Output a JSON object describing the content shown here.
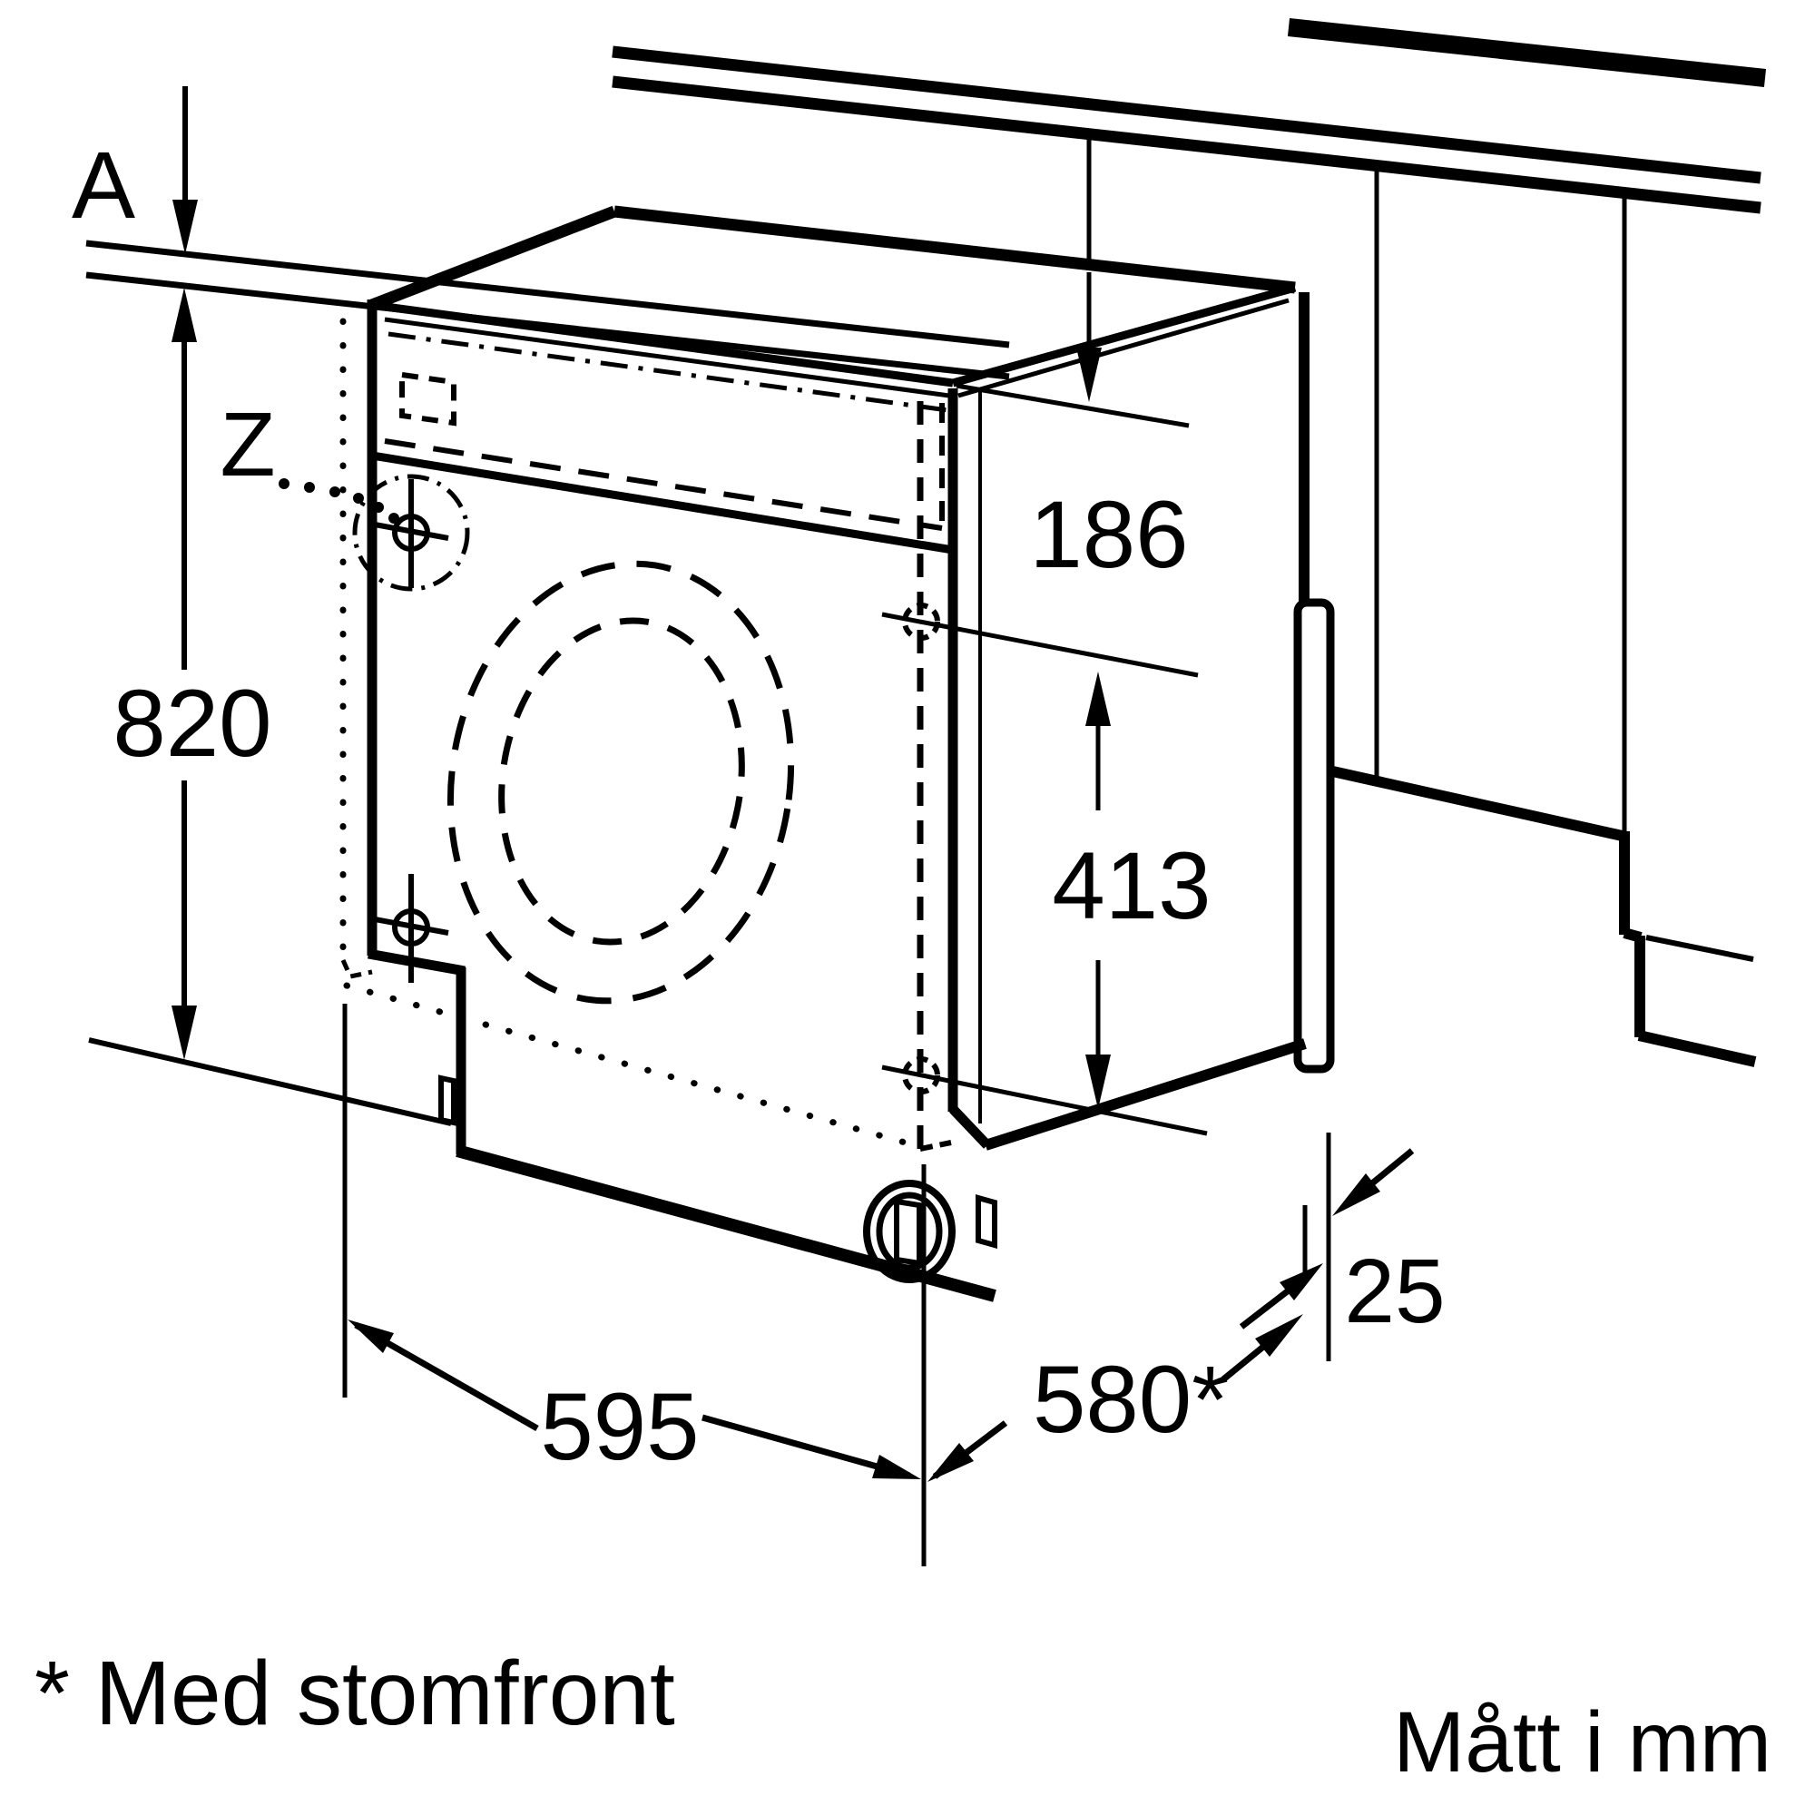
{
  "diagram": {
    "kind": "appliance installation dimension drawing",
    "subject": "built-in washing machine in kitchen niche, isometric view",
    "colors": {
      "line": "#000000",
      "background": "#ffffff"
    },
    "labels": {
      "gap_a": "A",
      "detail_z": "Z",
      "niche_height": "820",
      "top_offset": "186",
      "fixing_span": "413",
      "side_gap": "25",
      "width": "595",
      "depth_with_front": "580*",
      "footnote": "* Med stomfront",
      "units_note": "Mått i mm"
    },
    "dimension_values_mm": [
      "820",
      "186",
      "413",
      "25",
      "595",
      "580"
    ]
  }
}
